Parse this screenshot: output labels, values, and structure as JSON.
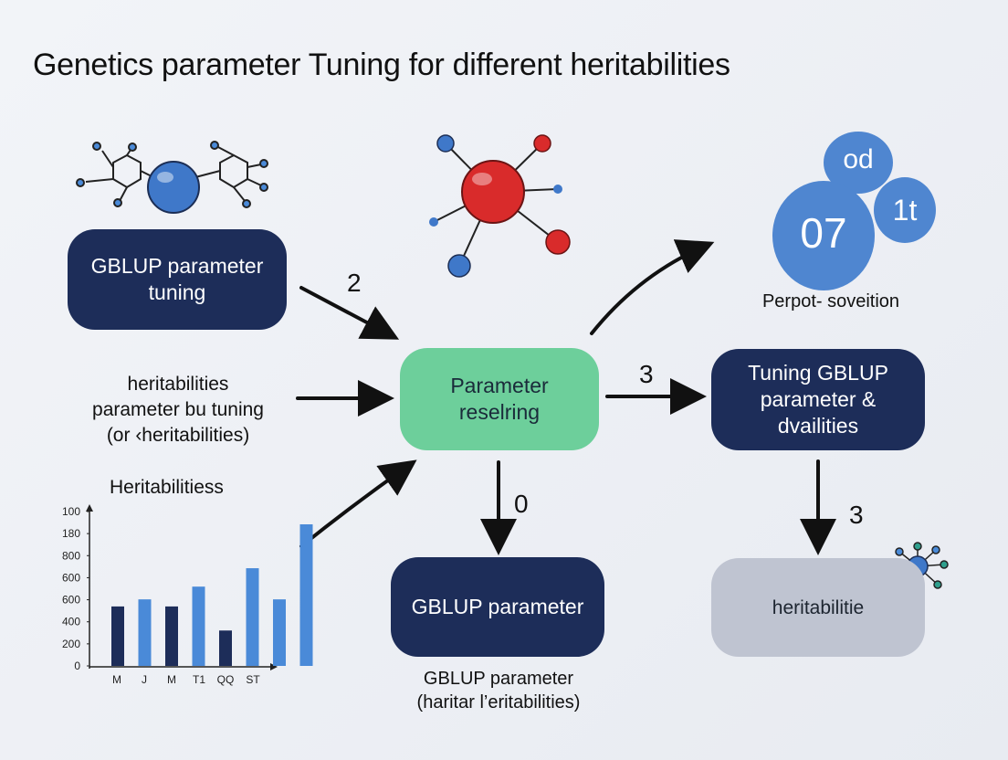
{
  "title": "Genetics parameter Tuning for different heritabilities",
  "boxes": {
    "gblup_tuning": "GBLUP parameter tuning",
    "parameter_reselring": "Parameter reselring",
    "tuning_gblup": "Tuning GBLUP parameter & dvailities",
    "gblup_parameter": "GBLUP parameter",
    "heritabilitie": "heritabilitie"
  },
  "captions": {
    "left_mid_line1": "heritabilities",
    "left_mid_line2": "parameter bu tuning",
    "left_mid_line3": "(or ‹heritabilities)",
    "bottom_line1": "GBLUP parameter",
    "bottom_line2": "(haritar l’eritabilities)",
    "perpot": "Perpot- soveition"
  },
  "arrow_labels": {
    "a": "2",
    "b": "3",
    "c": "0",
    "d": "3"
  },
  "bubbles": {
    "big": "07",
    "top": "od",
    "small": "1t"
  },
  "colors": {
    "dark_box": "#1d2d59",
    "green_box": "#6dcf9b",
    "grey_box": "#bfc4d1",
    "bar_dark": "#1d2d59",
    "bar_blue": "#4a8ad8",
    "bubble_blue": "#4f86d0"
  },
  "chart_data": {
    "type": "bar",
    "title": "Heritabilitiess",
    "y_ticks": [
      "100",
      "180",
      "800",
      "600",
      "600",
      "400",
      "200",
      "0"
    ],
    "categories": [
      "M",
      "J",
      "M",
      "T1",
      "QQ",
      "ST"
    ],
    "bars": [
      {
        "category": "M",
        "value": 0.42,
        "color": "#1d2d59"
      },
      {
        "category": "J",
        "value": 0.47,
        "color": "#4a8ad8"
      },
      {
        "category": "M",
        "value": 0.42,
        "color": "#1d2d59"
      },
      {
        "category": "J",
        "value": 0.56,
        "color": "#4a8ad8"
      },
      {
        "category": "M",
        "value": 0.25,
        "color": "#1d2d59"
      },
      {
        "category": "T1",
        "value": 0.69,
        "color": "#4a8ad8"
      },
      {
        "category": "QQ",
        "value": 0.47,
        "color": "#4a8ad8"
      },
      {
        "category": "ST",
        "value": 1.0,
        "color": "#4a8ad8"
      }
    ]
  }
}
